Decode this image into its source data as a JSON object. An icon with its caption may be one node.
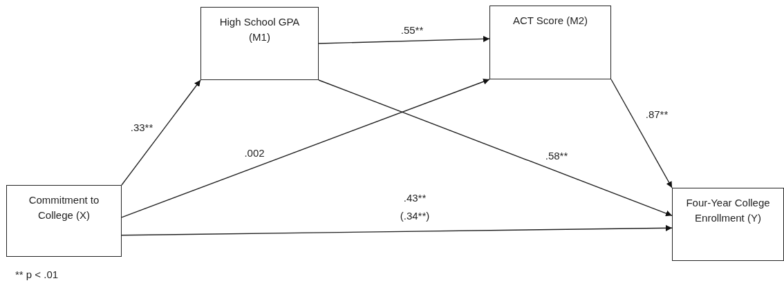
{
  "diagram": {
    "nodes": [
      {
        "text": [
          "High School GPA (M1)"
        ]
      },
      {
        "text": [
          "ACT Score (M2)"
        ]
      },
      {
        "text": [
          "Commitment to College (X)"
        ]
      },
      {
        "text": [
          "Four-Year College Enrollment (Y)"
        ]
      }
    ],
    "edges": [
      {
        "from": 2,
        "to": 0,
        "arrow": "to",
        "label": ".33**"
      },
      {
        "from": 0,
        "to": 1,
        "arrow": "to",
        "label": ".55**"
      },
      {
        "from": 2,
        "to": 1,
        "arrow": "to",
        "label": ".002"
      },
      {
        "from": 0,
        "to": 3,
        "arrow": "to",
        "label": ".58**"
      },
      {
        "from": 1,
        "to": 3,
        "arrow": "to",
        "label": ".87**"
      },
      {
        "from": 2,
        "to": 3,
        "arrow": "to",
        "label": ".43** (.34**)"
      }
    ],
    "labels": [
      "** p < .01"
    ]
  }
}
